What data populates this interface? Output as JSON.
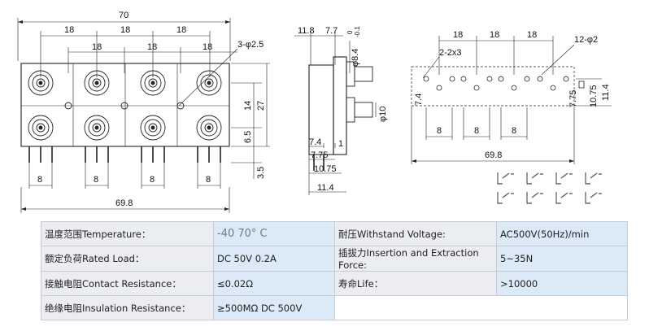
{
  "drawing": {
    "front_view": {
      "overall_width": "70",
      "pitch_top": [
        "18",
        "18",
        "18"
      ],
      "pitch_mid": [
        "18",
        "18",
        "18"
      ],
      "hole_callout": "3-φ2.5",
      "height_inner": "14",
      "height_outer": "27",
      "offset_small": "6.5",
      "pin_length": "3.5",
      "pin_spacing": [
        "8",
        "8",
        "8",
        "8"
      ],
      "base_width": "69.8"
    },
    "side_view": {
      "dims_top": [
        "11.8",
        "7.7"
      ],
      "tolerance_upper": "0",
      "tolerance_lower": "-0.1",
      "tolerance_base": "φ8.4",
      "diameter": "φ10",
      "dims_bottom": [
        "7.4",
        "1",
        "7.75",
        "10.75",
        "11.4"
      ]
    },
    "pcb_layout": {
      "pitch_top": [
        "18",
        "18",
        "18"
      ],
      "hole_callout_small": "2-2x3",
      "hole_callout": "12-φ2",
      "offset_left": "7.4",
      "offset_right_a": "7.75",
      "offset_right_b": "10.75",
      "offset_right_c": "11.4",
      "pin_spacing": [
        "8",
        "8",
        "8"
      ],
      "base_width": "69.8"
    }
  },
  "specs": [
    {
      "label": "温度范围Temperature：",
      "value": "-40   70° C",
      "label2": "耐压Withstand Voltage:",
      "value2": "AC500V(50Hz)/min"
    },
    {
      "label": "额定负荷Rated Load：",
      "value": "DC 50V 0.2A",
      "label2": "插拔力Insertion and Extraction Force:",
      "value2": "5~35N"
    },
    {
      "label": "接触电阻Contact Resistance：",
      "value": "≤0.02Ω",
      "label2": "寿命Life：",
      "value2": ">10000"
    },
    {
      "label": "绝缘电阻Insulation Resistance：",
      "value": "≥500MΩ  DC  500V",
      "label2": "",
      "value2": ""
    }
  ]
}
